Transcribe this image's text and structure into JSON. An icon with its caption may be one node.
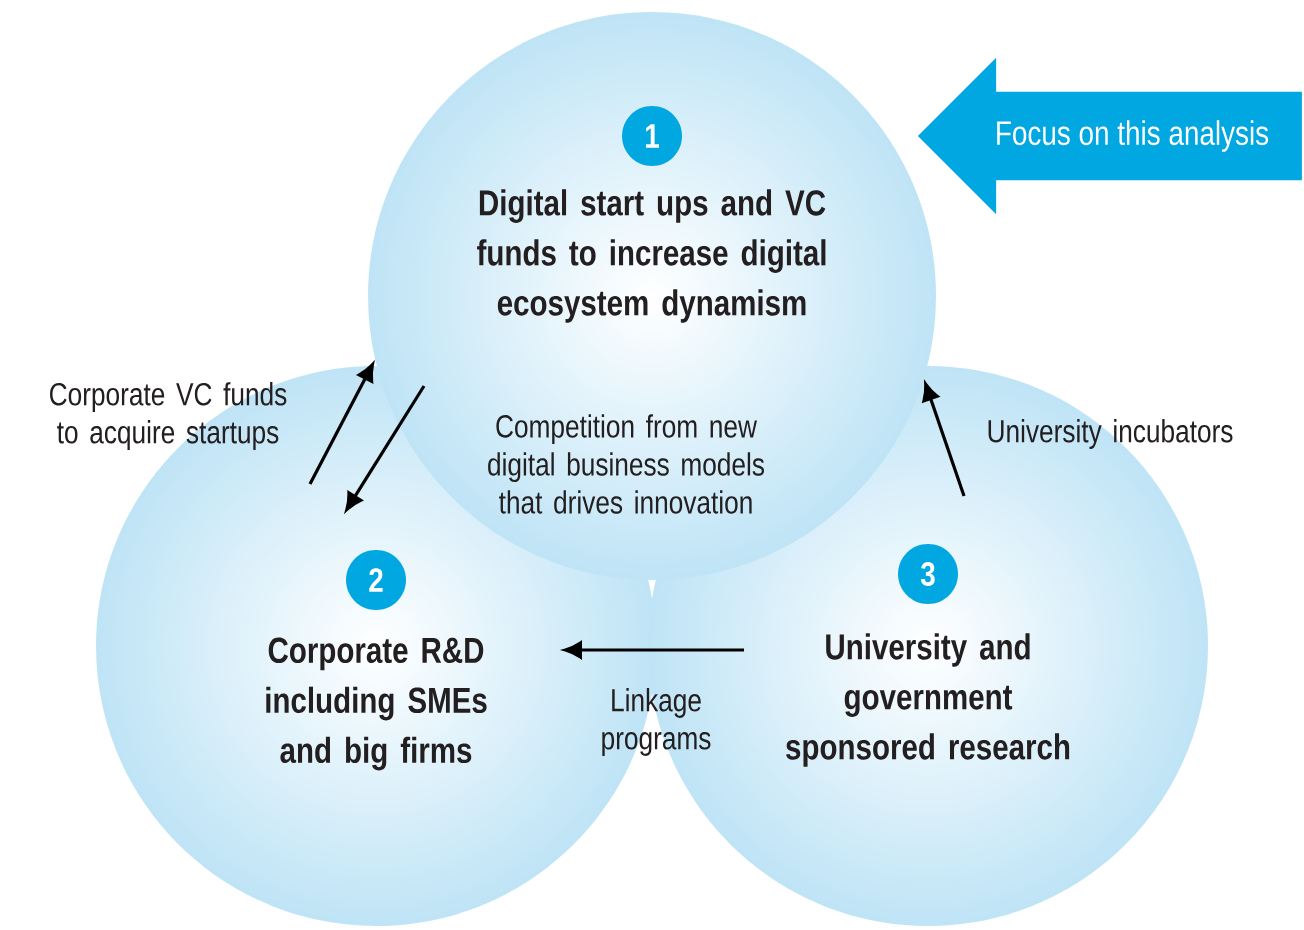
{
  "diagram": {
    "nodes": [
      {
        "text": [
          "1",
          "Digital start ups and VC funds to increase digital ecosystem dynamism"
        ]
      },
      {
        "text": [
          "2",
          "Corporate R&D including SMEs and big firms"
        ]
      },
      {
        "text": [
          "3",
          "University and government sponsored research"
        ]
      },
      {
        "text": [
          "Focus on this analysis"
        ]
      }
    ],
    "edges": [
      {
        "from": 1,
        "to": 0,
        "arrow": "to",
        "label": "Corporate VC funds to acquire startups"
      },
      {
        "from": 0,
        "to": 1,
        "arrow": "to",
        "label": "Competition from new digital business models that drives innovation"
      },
      {
        "from": 2,
        "to": 0,
        "arrow": "to",
        "label": "University incubators"
      },
      {
        "from": 2,
        "to": 1,
        "arrow": "to",
        "label": "Linkage programs"
      }
    ]
  }
}
